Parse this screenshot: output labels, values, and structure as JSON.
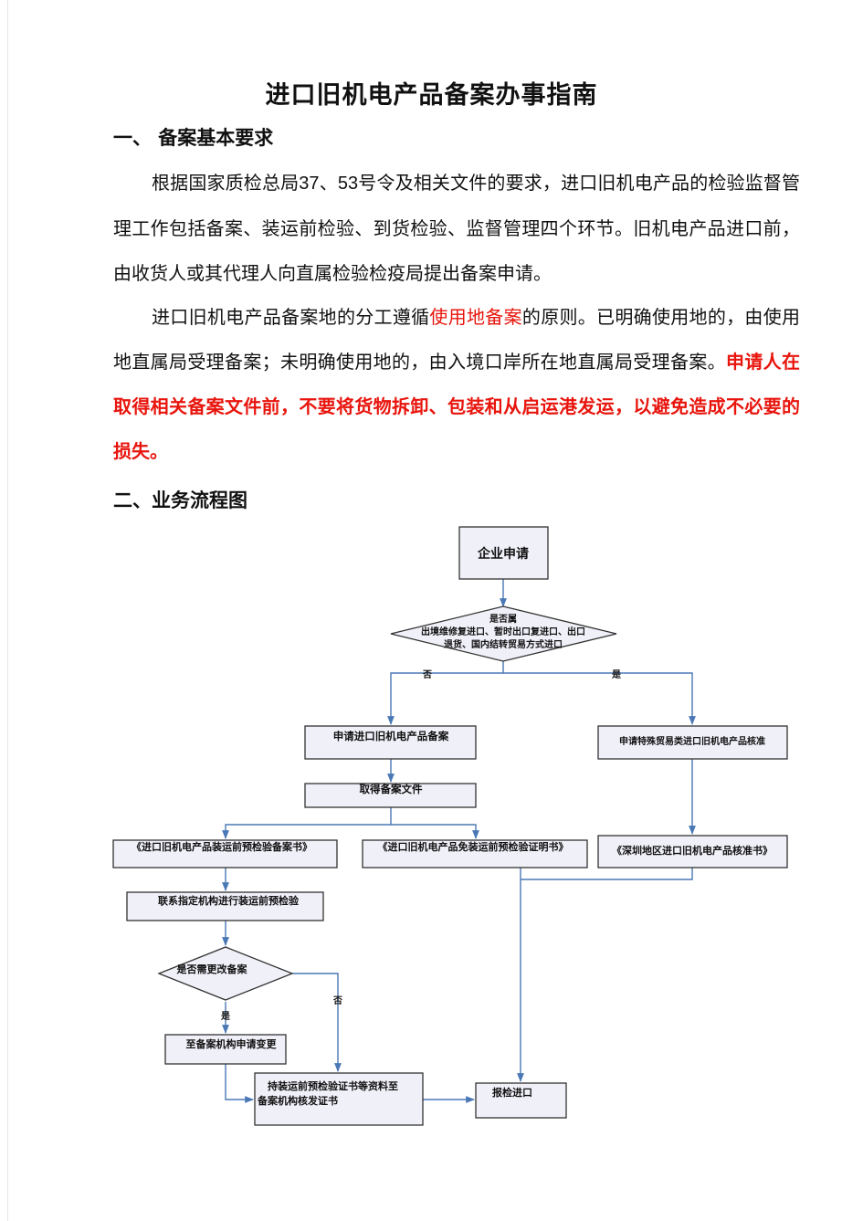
{
  "title": "进口旧机电产品备案办事指南",
  "section1": {
    "heading": "一、  备案基本要求",
    "p1": {
      "a": "根据国家质检总局",
      "b": "37",
      "c": "、",
      "d": "53",
      "e": "号令及相关文件的要求，进口旧机电产品的检验监督管理工作包括备案、装运前检验、到货检验、监督管理四个环节。旧机电产品进口前，由收货人或其代理人向直属检验检疫局提出备案申请。"
    },
    "p2": {
      "a": "进口旧机电产品备案地的分工遵循",
      "red": "使用地备案",
      "b": "的原则。已明确使用地的，由使用地直属局受理备案；未明确使用地的，由入境口岸所在地直属局受理备案。",
      "redbold": "申请人在取得相关备案文件前，不要将货物拆卸、包装和从启运港发运，以避免造成不必要的损失。"
    }
  },
  "section2": {
    "heading": "二、业务流程图"
  },
  "flowchart": {
    "start": "企业申请",
    "decision1": {
      "line1": "是否属",
      "line2": "出境维修复进口、暂时出口复进口、出口",
      "line3": "退货、国内结转贸易方式进口"
    },
    "no_label": "否",
    "yes_label": "是",
    "apply_filing": "申请进口旧机电产品备案",
    "get_docs": "取得备案文件",
    "cert_pre_inspection": "《进口旧机电产品装运前预检验备案书》",
    "cert_exempt": "《进口旧机电产品免装运前预检验证明书》",
    "apply_special": "申请特殊贸易类进口旧机电产品核准",
    "cert_shenzhen": "《深圳地区进口旧机电产品核准书》",
    "contact_agency": "联系指定机构进行装运前预检验",
    "decision2": "是否需更改备案",
    "yes2": "是",
    "no2": "否",
    "apply_change": "至备案机构申请变更",
    "submit_docs_l1": "持装运前预检验证书等资料至",
    "submit_docs_l2": "备案机构核发证书",
    "inspection_import": "报检进口"
  }
}
